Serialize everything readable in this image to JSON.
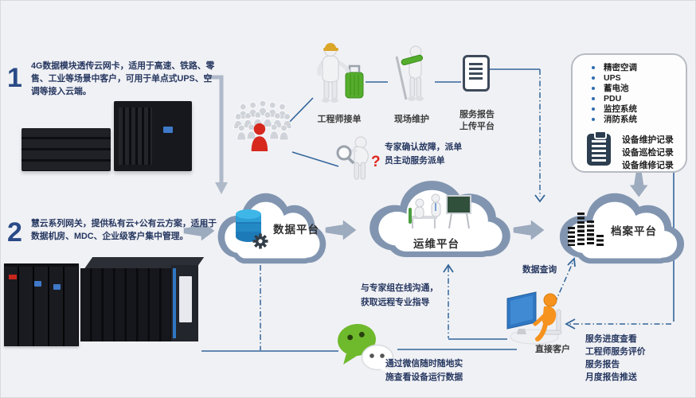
{
  "steps": [
    {
      "num": "1",
      "text": "4G数据模块透传云网卡，适用于高速、铁路、零售、工业等场景中客户，可用于单点式UPS、空调等接入云端。"
    },
    {
      "num": "2",
      "text": "慧云系列网关，提供私有云+公有云方案，适用于数据机房、MDC、企业级客户集中管理。"
    }
  ],
  "flow": {
    "engineer": "工程师接单",
    "maintenance": "现场维护",
    "report_line1": "服务报告",
    "report_line2": "上传平台",
    "expert_line1": "专家确认故障，派单",
    "expert_line2": "员主动服务派单",
    "question_mark": "?"
  },
  "clouds": [
    {
      "label": "数据平台"
    },
    {
      "label": "运维平台"
    },
    {
      "label": "档案平台"
    }
  ],
  "right_panel": {
    "bullets": [
      "精密空调",
      "UPS",
      "蓄电池",
      "PDU",
      "监控系统",
      "消防系统"
    ],
    "records": [
      "设备维护记录",
      "设备巡检记录",
      "设备维修记录"
    ]
  },
  "bottom": {
    "expert_chat_line1": "与专家组在线沟通，",
    "expert_chat_line2": "获取远程专业指导",
    "data_query": "数据查询",
    "direct_customer": "直接客户",
    "wechat_line1": "通过微信随时随地实",
    "wechat_line2": "施查看设备运行数据",
    "services": [
      "服务进度查看",
      "工程师服务评价",
      "服务报告",
      "月度报告推送"
    ]
  },
  "colors": {
    "cloud_border": "#8195b0",
    "line_blue": "#336699",
    "arrow_gray": "#9dabbf",
    "wechat_green": "#6fb92c",
    "customer_orange": "#f6921e",
    "alert_red": "#d7281d",
    "db_blue": "#2d9fd6"
  }
}
